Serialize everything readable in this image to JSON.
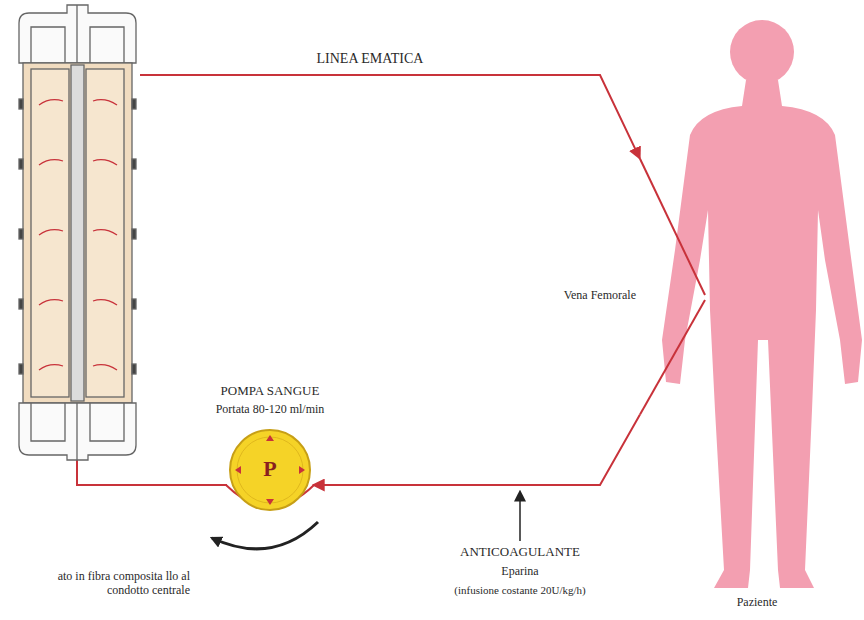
{
  "diagram": {
    "nodes": [
      {
        "text": [
          "ato in fibra composita llo al condotto centrale"
        ]
      },
      {
        "text": [
          "P",
          "POMPA SANGUE",
          "Portata 80-120 ml/min"
        ]
      },
      {
        "text": [
          "Vena Femorale",
          "Paziente"
        ]
      }
    ],
    "edges": [
      {
        "from": 0,
        "to": 2,
        "arrow": "to",
        "label": "LINEA EMATICA"
      },
      {
        "from": 2,
        "to": 1,
        "arrow": "to"
      },
      {
        "from": 1,
        "to": 0,
        "arrow": "none"
      }
    ],
    "labels": [
      "ANTICOAGULANTE",
      "Eparina",
      "(infusione costante 20U/kg/h)"
    ]
  }
}
